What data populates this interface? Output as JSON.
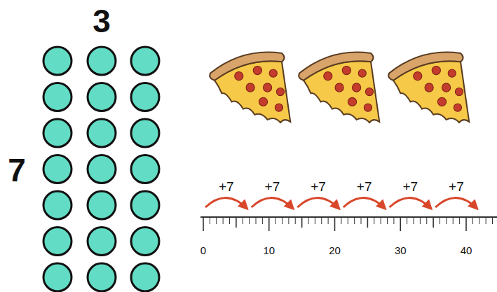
{
  "diagram": {
    "labels": [
      "3",
      "7",
      "+7",
      "+7",
      "+7",
      "+7",
      "+7",
      "+7",
      "0",
      "10",
      "20",
      "30",
      "40"
    ]
  }
}
